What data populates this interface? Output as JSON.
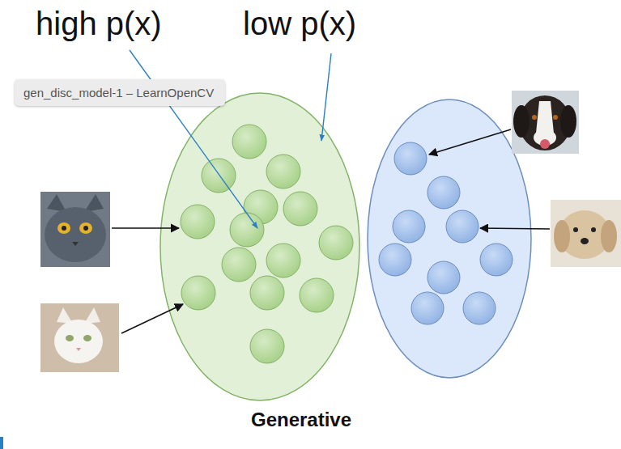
{
  "diagram": {
    "caption": "Generative",
    "nodes": [
      {
        "text": [
          "gen_disc_model-1 – LearnOpenCV"
        ]
      }
    ],
    "labels": [
      "high p(x)",
      "low p(x)"
    ]
  }
}
